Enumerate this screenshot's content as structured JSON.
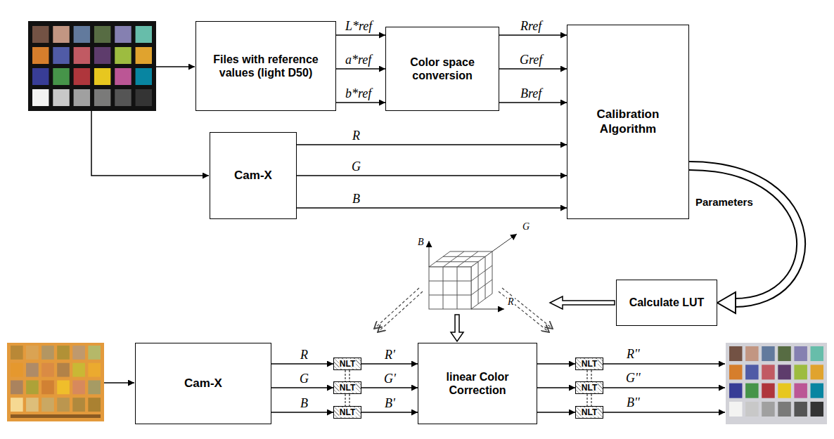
{
  "diagram": {
    "nodes": [
      {
        "text": [
          "Files with reference values (light D50)"
        ]
      },
      {
        "text": [
          "Color space conversion"
        ]
      },
      {
        "text": [
          "Calibration Algorithm"
        ]
      },
      {
        "text": [
          "Cam-X"
        ]
      },
      {
        "text": [
          "Calculate LUT"
        ]
      },
      {
        "text": [
          "Cam-X"
        ]
      },
      {
        "text": [
          "NLT"
        ]
      },
      {
        "text": [
          "NLT"
        ]
      },
      {
        "text": [
          "NLT"
        ]
      },
      {
        "text": [
          "linear Color Correction"
        ]
      },
      {
        "text": [
          "NLT"
        ]
      },
      {
        "text": [
          "NLT"
        ]
      },
      {
        "text": [
          "NLT"
        ]
      }
    ],
    "edges": [
      {
        "from": 0,
        "to": 1,
        "label": "L*ref",
        "arrow": "to"
      },
      {
        "from": 0,
        "to": 1,
        "label": "a*ref",
        "arrow": "to"
      },
      {
        "from": 0,
        "to": 1,
        "label": "b*ref",
        "arrow": "to"
      },
      {
        "from": 1,
        "to": 2,
        "label": "Rref",
        "arrow": "to"
      },
      {
        "from": 1,
        "to": 2,
        "label": "Gref",
        "arrow": "to"
      },
      {
        "from": 1,
        "to": 2,
        "label": "Bref",
        "arrow": "to"
      },
      {
        "from": 3,
        "to": 2,
        "label": "R",
        "arrow": "to"
      },
      {
        "from": 3,
        "to": 2,
        "label": "G",
        "arrow": "to"
      },
      {
        "from": 3,
        "to": 2,
        "label": "B",
        "arrow": "to"
      },
      {
        "from": 2,
        "to": 4,
        "label": "Parameters",
        "arrow": "to"
      },
      {
        "from": 5,
        "to": 6,
        "label": "R",
        "arrow": "to"
      },
      {
        "from": 5,
        "to": 7,
        "label": "G",
        "arrow": "to"
      },
      {
        "from": 5,
        "to": 8,
        "label": "B",
        "arrow": "to"
      },
      {
        "from": 6,
        "to": 9,
        "label": "R'",
        "arrow": "to"
      },
      {
        "from": 7,
        "to": 9,
        "label": "G'",
        "arrow": "to"
      },
      {
        "from": 8,
        "to": 9,
        "label": "B'",
        "arrow": "to"
      },
      {
        "from": 9,
        "to": 10,
        "arrow": "to"
      },
      {
        "from": 9,
        "to": 11,
        "arrow": "to"
      },
      {
        "from": 9,
        "to": 12,
        "arrow": "to"
      }
    ],
    "labels": [
      "B",
      "G",
      "R",
      "R''",
      "G''",
      "B''"
    ]
  }
}
